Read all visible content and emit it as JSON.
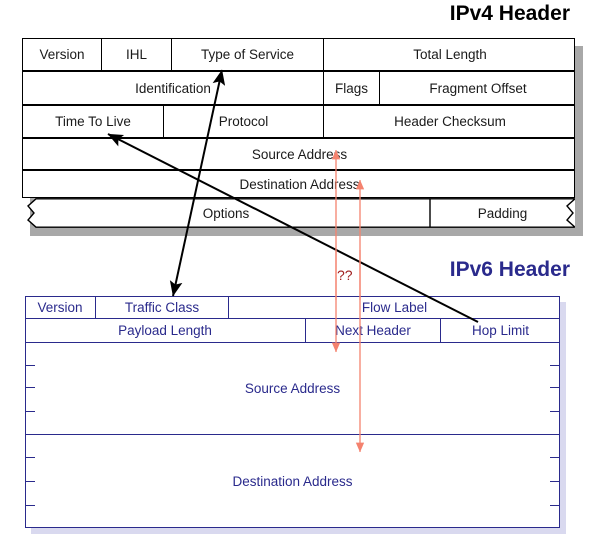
{
  "diagram": {
    "title_ipv4": "IPv4 Header",
    "title_ipv6": "IPv6 Header",
    "unknown_marker": "??",
    "colors": {
      "ipv4_line": "#000000",
      "ipv4_text": "#1a1a1a",
      "ipv6_line": "#2a2a8c",
      "ipv6_text": "#2a2a8c",
      "ipv6_title": "#2a2a8c",
      "ipv4_title": "#000000",
      "red_arrow": "#f4826e",
      "question_mark": "#a02020",
      "shadow_ipv4": "#a8a8a8",
      "shadow_ipv6": "#d9d9ef"
    }
  },
  "ipv4": {
    "fields": {
      "version": "Version",
      "ihl": "IHL",
      "type_of_service": "Type of Service",
      "total_length": "Total Length",
      "identification": "Identification",
      "flags": "Flags",
      "fragment_offset": "Fragment Offset",
      "time_to_live": "Time To Live",
      "protocol": "Protocol",
      "header_checksum": "Header Checksum",
      "source_address": "Source Address",
      "destination_address": "Destination Address",
      "options": "Options",
      "padding": "Padding"
    }
  },
  "ipv6": {
    "fields": {
      "version": "Version",
      "traffic_class": "Traffic Class",
      "flow_label": "Flow Label",
      "payload_length": "Payload Length",
      "next_header": "Next Header",
      "hop_limit": "Hop Limit",
      "source_address": "Source Address",
      "destination_address": "Destination Address"
    }
  }
}
